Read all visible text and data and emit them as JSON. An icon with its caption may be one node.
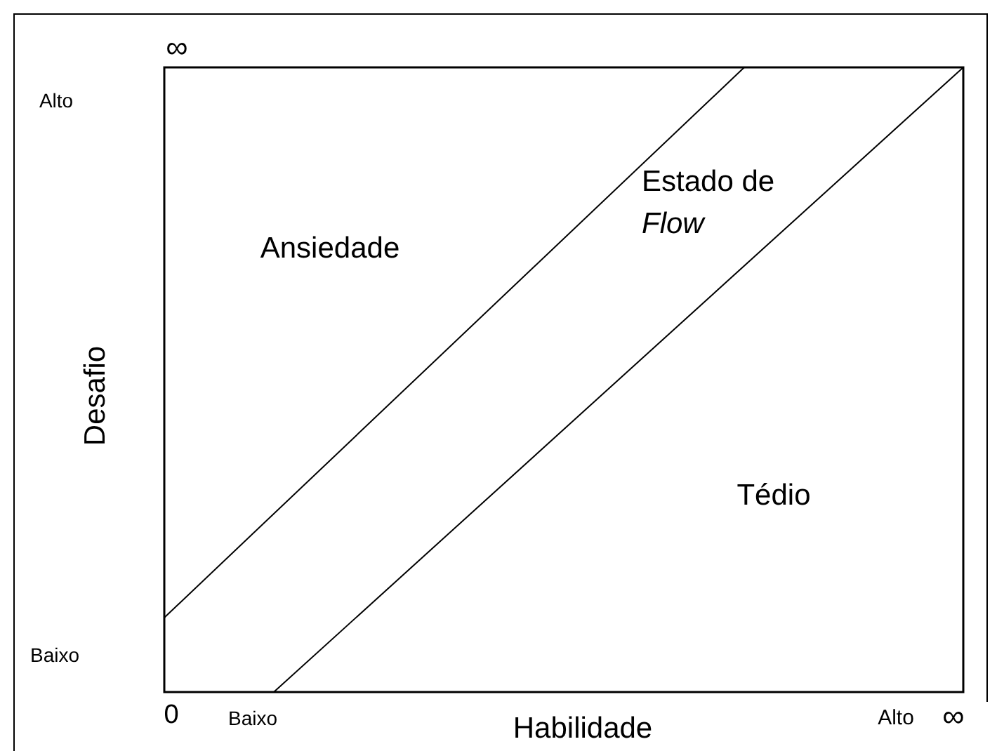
{
  "diagram": {
    "labels": [
      "∞",
      "Alto",
      "Ansiedade",
      "Estado de *Flow*",
      "Desafio",
      "Tédio",
      "Baixo",
      "0",
      "Baixo",
      "Habilidade",
      "Alto",
      "∞"
    ]
  }
}
